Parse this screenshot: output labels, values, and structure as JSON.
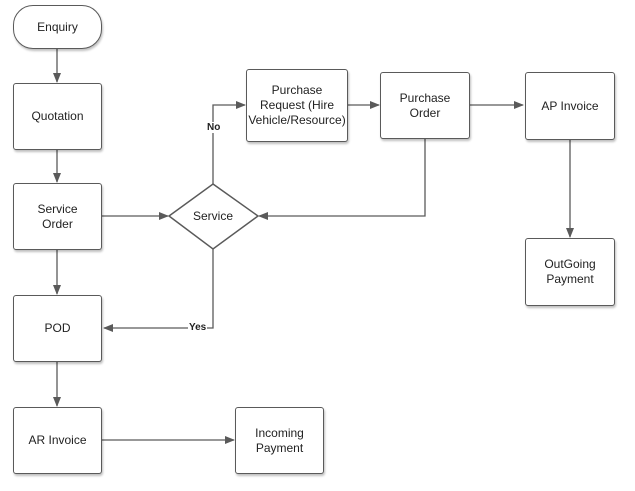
{
  "nodes": {
    "enquiry": "Enquiry",
    "quotation": "Quotation",
    "service_order": "Service Order",
    "service": "Service",
    "pod": "POD",
    "ar_invoice": "AR Invoice",
    "incoming_payment": "Incoming Payment",
    "purchase_request": "Purchase Request (Hire Vehicle/Resource)",
    "purchase_order": "Purchase Order",
    "ap_invoice": "AP Invoice",
    "outgoing_payment": "OutGoing Payment"
  },
  "edge_labels": {
    "no": "No",
    "yes": "Yes"
  },
  "colors": {
    "stroke": "#5a5a5a",
    "text": "#222222",
    "background": "#ffffff"
  }
}
